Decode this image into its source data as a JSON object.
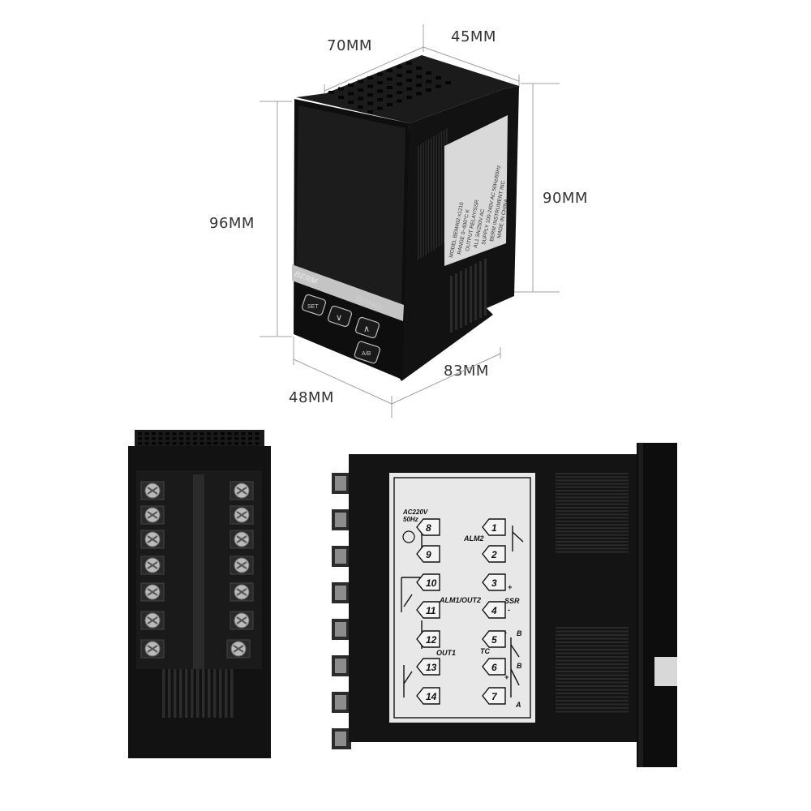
{
  "dimensions": {
    "depth_top": "70MM",
    "width_top": "45MM",
    "height_front": "96MM",
    "height_side": "90MM",
    "width_front": "48MM",
    "depth_side": "83MM"
  },
  "device": {
    "brand": "BERM",
    "model": "BEM402",
    "key_set": "SET",
    "key_down": "∨",
    "key_up": "∧",
    "key_ab": "A/B"
  },
  "side_label_lines": [
    "MODEL BEM402-x1210",
    "RANGE 0~400°C K",
    "OUTPUT RELAY/SSR",
    "AL1 3A/250V AC",
    "SUPPLY 100-240V AC 50Hz/60Hz",
    "BERM INSTRUMENT INC",
    "MADE IN CHINA"
  ],
  "wiring": {
    "power": [
      "AC220V",
      "50Hz"
    ],
    "left_terminals": [
      "8",
      "9",
      "10",
      "11",
      "12",
      "13",
      "14"
    ],
    "right_terminals": [
      "1",
      "2",
      "3",
      "4",
      "5",
      "6",
      "7"
    ],
    "labels": {
      "alm2": "ALM2",
      "alm1_out2": "ALM1/OUT2",
      "ssr": "SSR",
      "plus": "+",
      "minus": "-",
      "out1": "OUT1",
      "tc": "TC",
      "b_top": "B",
      "b_mid": "B",
      "a": "A"
    }
  },
  "colors": {
    "body": "#151515",
    "label_bg": "#e6e6e6",
    "silver": "#b5b5b5",
    "dim_line": "#9a9a9a"
  }
}
